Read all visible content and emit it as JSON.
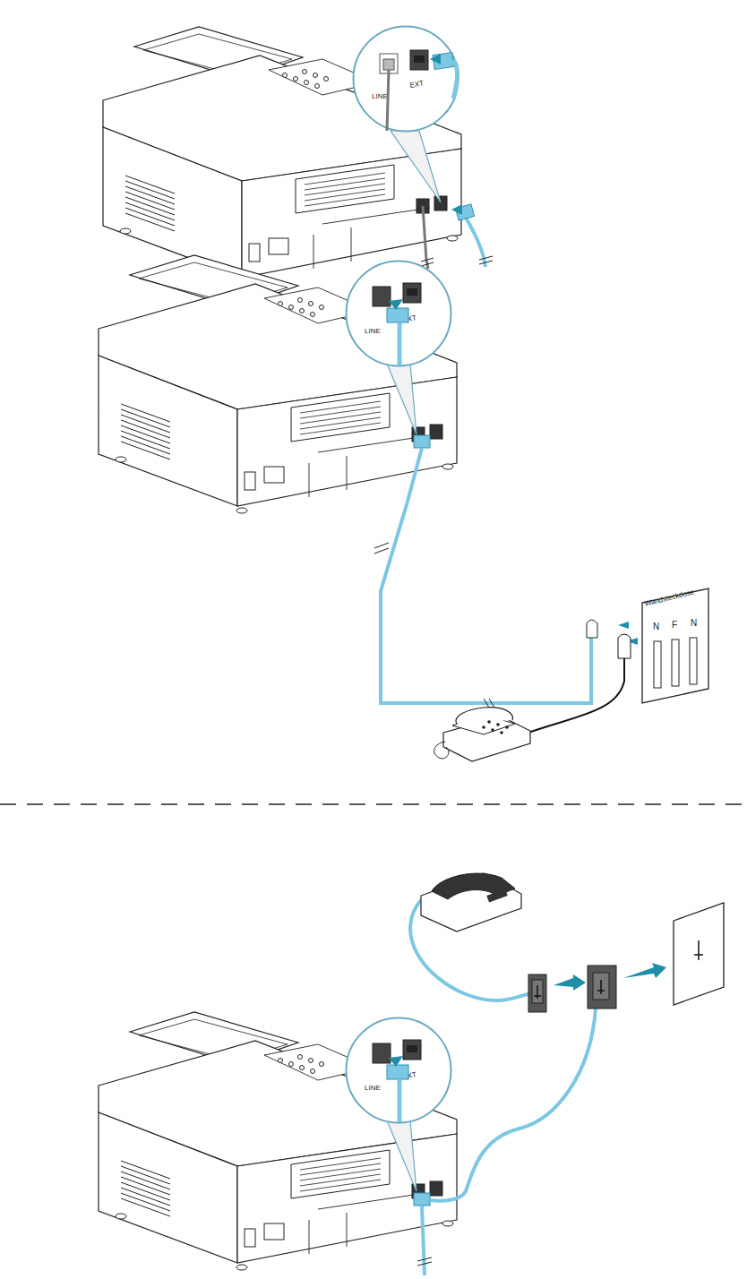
{
  "diagram": {
    "nodes": [
      {
        "text": [
          "LINE",
          "EXT"
        ]
      },
      {
        "text": [
          "LINE",
          "EXT"
        ]
      },
      {
        "text": [
          "Wandsteckdose",
          "N",
          "F",
          "N"
        ]
      },
      {
        "text": [
          "LINE",
          "EXT"
        ]
      }
    ]
  }
}
